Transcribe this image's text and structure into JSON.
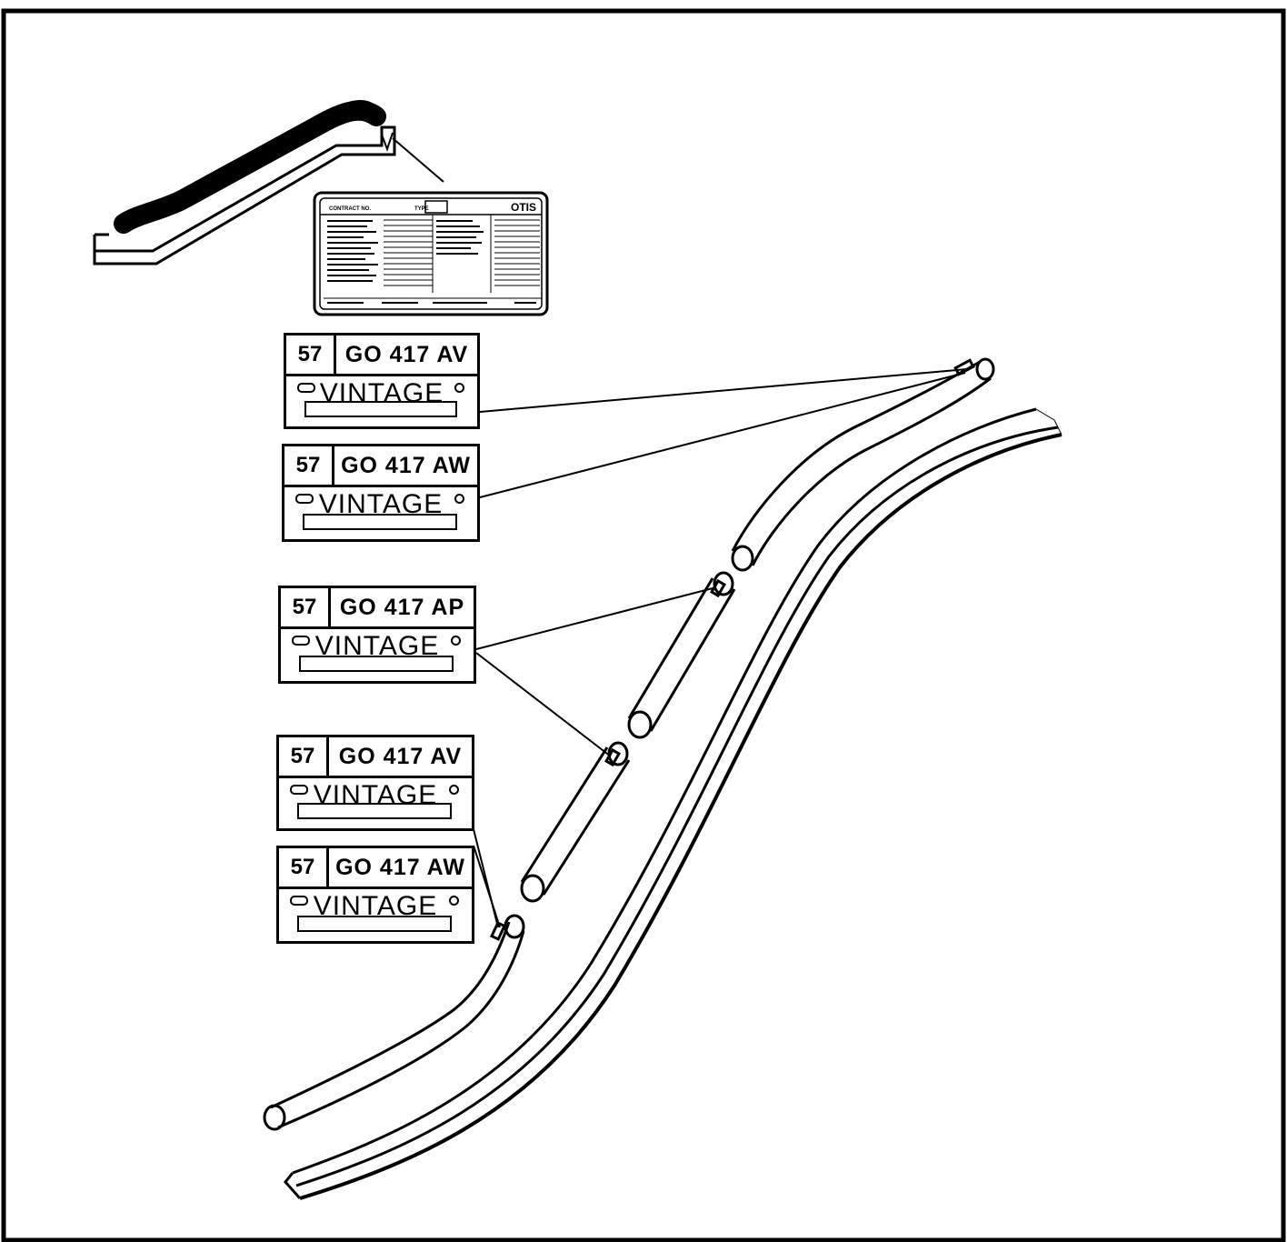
{
  "drawing": {
    "plate": {
      "contract_label": "CONTRACT NO.",
      "type_label": "TYPE",
      "brand": "OTIS"
    },
    "tags": [
      {
        "prefix": "57",
        "part_code": "GO 417 AV",
        "brand": "VINTAGE"
      },
      {
        "prefix": "57",
        "part_code": "GO 417 AW",
        "brand": "VINTAGE"
      },
      {
        "prefix": "57",
        "part_code": "GO 417 AP",
        "brand": "VINTAGE"
      },
      {
        "prefix": "57",
        "part_code": "GO 417 AV",
        "brand": "VINTAGE"
      },
      {
        "prefix": "57",
        "part_code": "GO 417 AW",
        "brand": "VINTAGE"
      }
    ]
  }
}
